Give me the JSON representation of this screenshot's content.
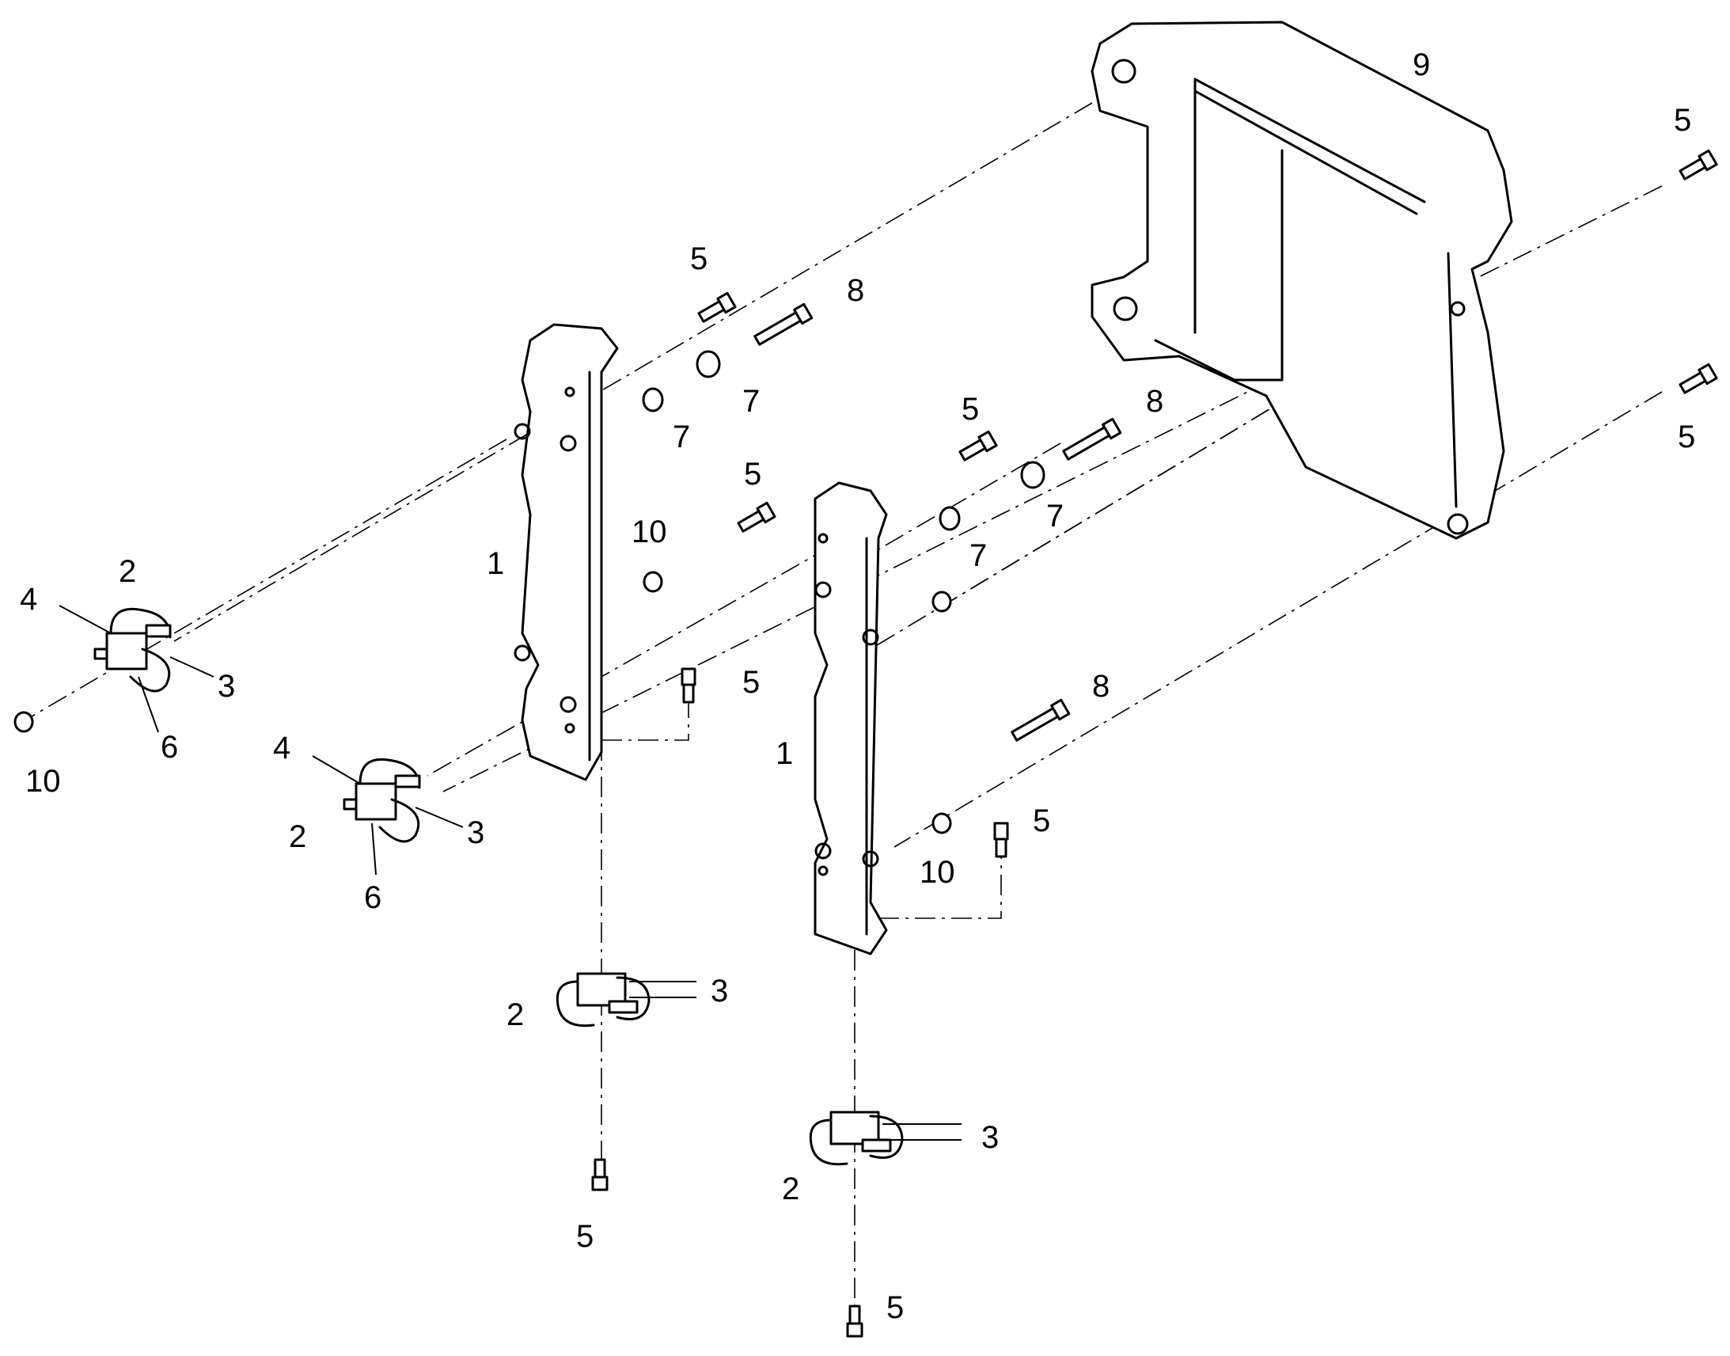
{
  "callouts": [
    {
      "id": "frame",
      "text": "9"
    },
    {
      "id": "bolt-top-right",
      "text": "5"
    },
    {
      "id": "bolt-right-lower",
      "text": "5"
    },
    {
      "id": "bolt-top-left-group",
      "text": "5"
    },
    {
      "id": "bolt-long-left",
      "text": "8"
    },
    {
      "id": "washer-left-a",
      "text": "7"
    },
    {
      "id": "washer-left-b",
      "text": "7"
    },
    {
      "id": "bolt-left-mid",
      "text": "5"
    },
    {
      "id": "spacer-left",
      "text": "10"
    },
    {
      "id": "bracket-left",
      "text": "1"
    },
    {
      "id": "bolt-center",
      "text": "5"
    },
    {
      "id": "bolt-long-center",
      "text": "8"
    },
    {
      "id": "washer-center-a",
      "text": "7"
    },
    {
      "id": "washer-center-b",
      "text": "7"
    },
    {
      "id": "bolt-pin-left",
      "text": "5"
    },
    {
      "id": "bracket-right",
      "text": "1"
    },
    {
      "id": "bolt-long-lower",
      "text": "8"
    },
    {
      "id": "bolt-pin-right",
      "text": "5"
    },
    {
      "id": "spacer-right",
      "text": "10"
    },
    {
      "id": "clamp-a-label",
      "text": "2"
    },
    {
      "id": "clamp-a-4",
      "text": "4"
    },
    {
      "id": "clamp-a-3",
      "text": "3"
    },
    {
      "id": "clamp-a-6",
      "text": "6"
    },
    {
      "id": "spacer-far-left",
      "text": "10"
    },
    {
      "id": "clamp-b-4",
      "text": "4"
    },
    {
      "id": "clamp-b-3",
      "text": "3"
    },
    {
      "id": "clamp-b-label",
      "text": "2"
    },
    {
      "id": "clamp-b-6",
      "text": "6"
    },
    {
      "id": "clamp-c-3",
      "text": "3"
    },
    {
      "id": "clamp-c-label",
      "text": "2"
    },
    {
      "id": "bolt-bottom-left",
      "text": "5"
    },
    {
      "id": "clamp-d-3",
      "text": "3"
    },
    {
      "id": "clamp-d-label",
      "text": "2"
    },
    {
      "id": "bolt-bottom-right",
      "text": "5"
    }
  ]
}
